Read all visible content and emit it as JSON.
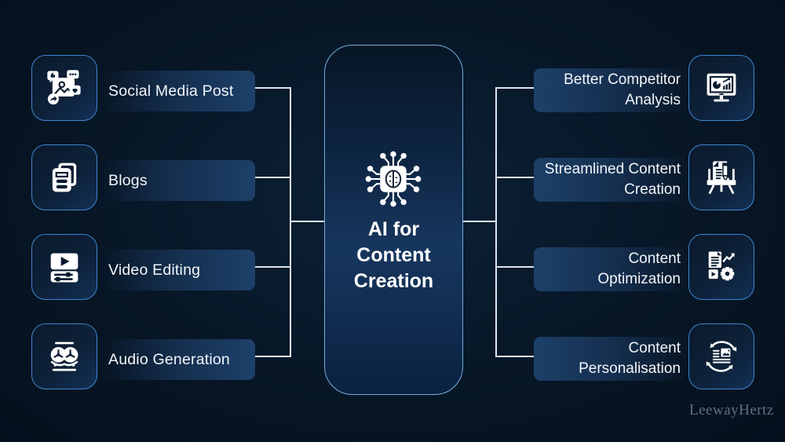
{
  "canvas": {
    "background": "#061625"
  },
  "colors": {
    "bg": "#061625",
    "panel-border": "#74aede",
    "box-border": "#3d85cf",
    "bar-blue": "#1d4069",
    "line": "#dde6ee",
    "text": "#f2f6fa",
    "watermark": "#5d7086",
    "ink": "#0a1c30"
  },
  "center": {
    "icon": "ai-chip-brain-icon",
    "title_lines": [
      "AI for",
      "Content",
      "Creation"
    ]
  },
  "left_items": [
    {
      "label": "Social Media Post",
      "icon": "social-media-post-icon"
    },
    {
      "label": "Blogs",
      "icon": "blogs-icon"
    },
    {
      "label": "Video Editing",
      "icon": "video-editing-icon"
    },
    {
      "label": "Audio Generation",
      "icon": "audio-generation-icon"
    }
  ],
  "right_items": [
    {
      "line1": "Better Competitor",
      "line2": "Analysis",
      "icon": "competitor-analysis-monitor-icon"
    },
    {
      "line1": "Streamlined Content",
      "line2": "Creation",
      "icon": "streamlined-content-creation-icon"
    },
    {
      "line1": "Content",
      "line2": "Optimization",
      "icon": "content-optimization-icon"
    },
    {
      "line1": "Content",
      "line2": "Personalisation",
      "icon": "content-personalisation-icon"
    }
  ],
  "watermark": {
    "text": "LeewayHertz"
  }
}
